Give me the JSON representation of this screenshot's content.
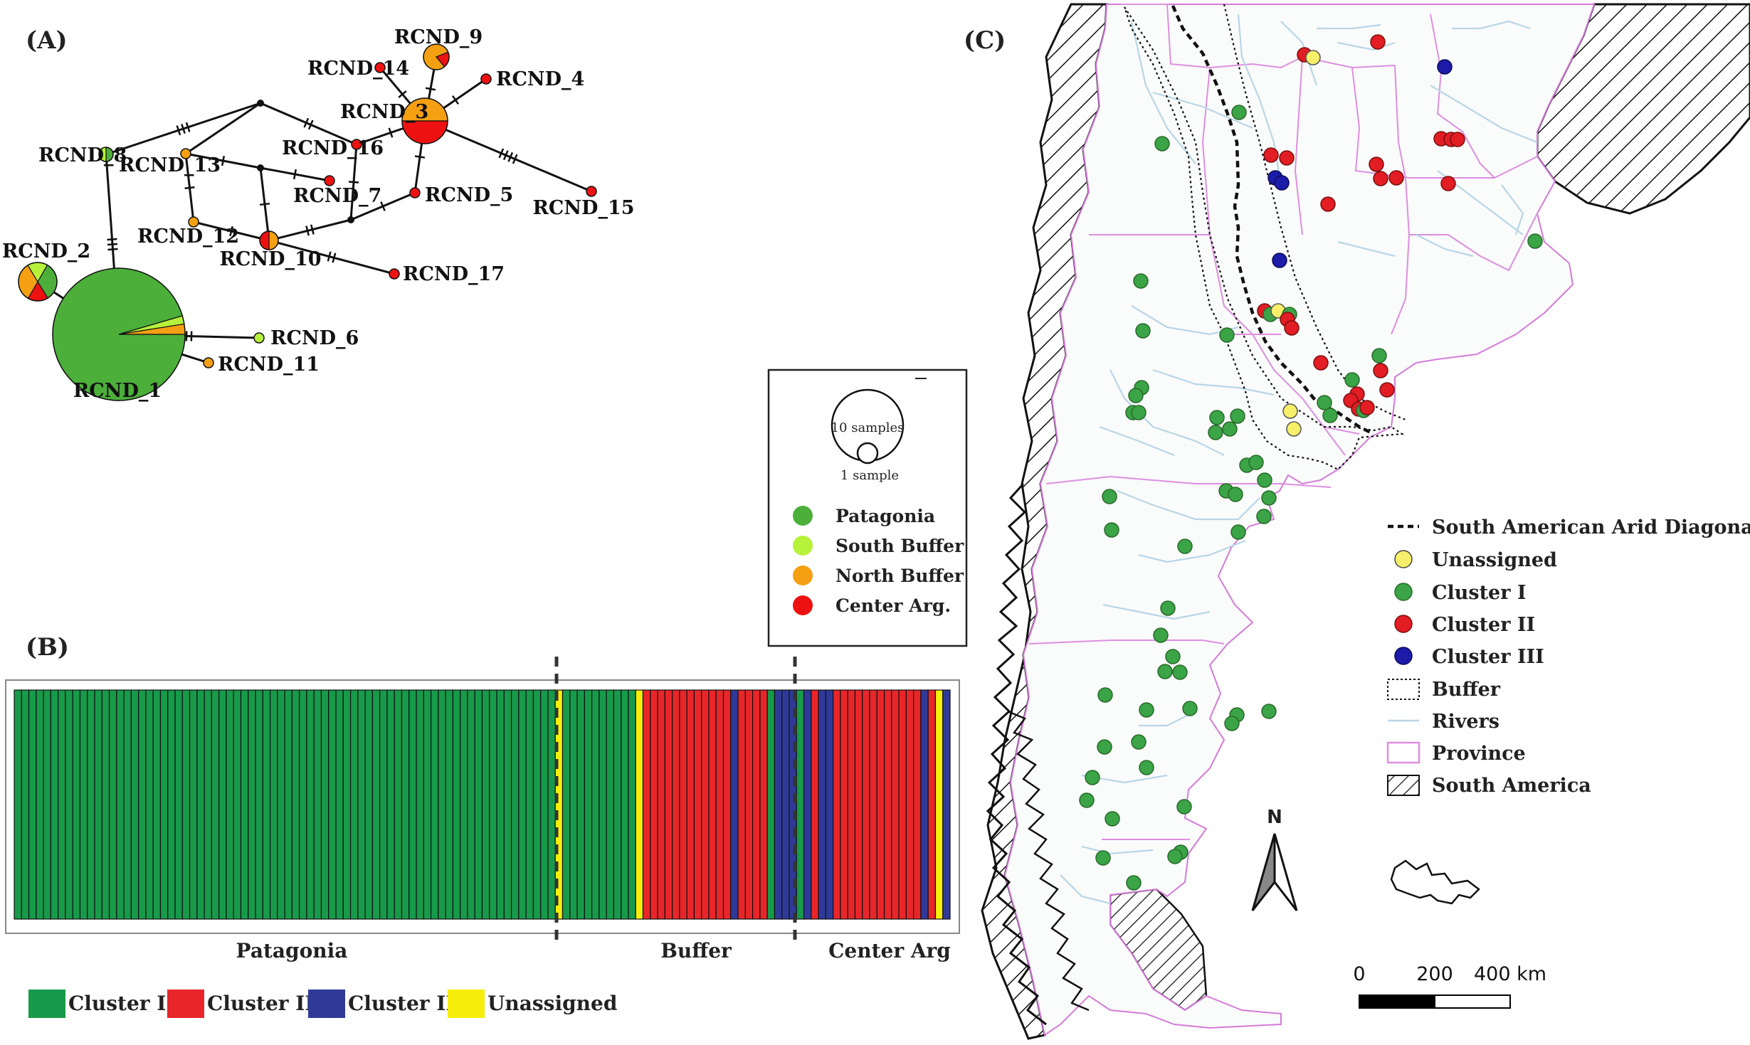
{
  "panels": {
    "a": "(A)",
    "b": "(B)",
    "c": "(C)"
  },
  "colors": {
    "patagonia": "#4caf3a",
    "south_buffer": "#b6f23a",
    "north_buffer": "#f5a012",
    "center_arg": "#ee1111",
    "cluster_i": "#179a4a",
    "cluster_ii": "#e8262a",
    "cluster_iii": "#2f3a98",
    "unassigned": "#f5ee0a"
  },
  "network": {
    "nodes": [
      {
        "id": "RCND_1",
        "label": "RCND_1",
        "slices": [
          [
            "patagonia",
            0.955
          ],
          [
            "south_buffer",
            0.02
          ],
          [
            "north_buffer",
            0.025
          ]
        ]
      },
      {
        "id": "RCND_2",
        "label": "RCND_2",
        "slices": [
          [
            "patagonia",
            0.33
          ],
          [
            "center_arg",
            0.17
          ],
          [
            "north_buffer",
            0.33
          ],
          [
            "south_buffer",
            0.17
          ]
        ]
      },
      {
        "id": "RCND_3",
        "label": "RCND_3",
        "slices": [
          [
            "north_buffer",
            0.5
          ],
          [
            "center_arg",
            0.5
          ]
        ]
      },
      {
        "id": "RCND_4",
        "label": "RCND_4",
        "slices": [
          [
            "center_arg",
            1
          ]
        ]
      },
      {
        "id": "RCND_5",
        "label": "RCND_5",
        "slices": [
          [
            "center_arg",
            1
          ]
        ]
      },
      {
        "id": "RCND_6",
        "label": "RCND_6",
        "slices": [
          [
            "south_buffer",
            1
          ]
        ]
      },
      {
        "id": "RCND_7",
        "label": "RCND_7",
        "slices": [
          [
            "center_arg",
            1
          ]
        ]
      },
      {
        "id": "RCND_8",
        "label": "RCND_8",
        "slices": [
          [
            "patagonia",
            0.5
          ],
          [
            "south_buffer",
            0.5
          ]
        ]
      },
      {
        "id": "RCND_9",
        "label": "RCND_9",
        "slices": [
          [
            "north_buffer",
            0.8
          ],
          [
            "center_arg",
            0.2
          ]
        ]
      },
      {
        "id": "RCND_10",
        "label": "RCND_10",
        "slices": [
          [
            "north_buffer",
            0.5
          ],
          [
            "center_arg",
            0.5
          ]
        ]
      },
      {
        "id": "RCND_11",
        "label": "RCND_11",
        "slices": [
          [
            "north_buffer",
            1
          ]
        ]
      },
      {
        "id": "RCND_12",
        "label": "RCND_12",
        "slices": [
          [
            "north_buffer",
            1
          ]
        ]
      },
      {
        "id": "RCND_13",
        "label": "RCND_13",
        "slices": [
          [
            "north_buffer",
            1
          ]
        ]
      },
      {
        "id": "RCND_14",
        "label": "RCND_14",
        "slices": [
          [
            "center_arg",
            1
          ]
        ]
      },
      {
        "id": "RCND_15",
        "label": "RCND_15",
        "slices": [
          [
            "center_arg",
            1
          ]
        ]
      },
      {
        "id": "RCND_16",
        "label": "RCND_16",
        "slices": [
          [
            "center_arg",
            1
          ]
        ]
      },
      {
        "id": "RCND_17",
        "label": "RCND_17",
        "slices": [
          [
            "center_arg",
            1
          ]
        ]
      }
    ],
    "legend": {
      "size_large": "10 samples",
      "size_small": "1 sample",
      "items": [
        {
          "label": "Patagonia",
          "color_key": "patagonia"
        },
        {
          "label": "South Buffer",
          "color_key": "south_buffer"
        },
        {
          "label": "North Buffer",
          "color_key": "north_buffer"
        },
        {
          "label": "Center Arg.",
          "color_key": "center_arg"
        }
      ]
    }
  },
  "structure": {
    "groups": [
      "Patagonia",
      "Buffer",
      "Center Arg"
    ],
    "bars": [
      {
        "cluster": "cluster_i",
        "count": 74
      },
      {
        "cluster": "unassigned",
        "count": 1
      },
      {
        "cluster": "cluster_i",
        "count": 10
      },
      {
        "cluster": "unassigned",
        "count": 1
      },
      {
        "cluster": "cluster_ii",
        "count": 12
      },
      {
        "cluster": "cluster_iii",
        "count": 1
      },
      {
        "cluster": "cluster_ii",
        "count": 4
      },
      {
        "cluster": "cluster_i",
        "count": 1
      },
      {
        "cluster": "cluster_iii",
        "count": 3
      },
      {
        "cluster": "cluster_i",
        "count": 1
      },
      {
        "cluster": "cluster_iii",
        "count": 1
      },
      {
        "cluster": "cluster_ii",
        "count": 1
      },
      {
        "cluster": "cluster_iii",
        "count": 2
      },
      {
        "cluster": "cluster_ii",
        "count": 12
      },
      {
        "cluster": "cluster_iii",
        "count": 1
      },
      {
        "cluster": "cluster_ii",
        "count": 1
      },
      {
        "cluster": "unassigned",
        "count": 1
      },
      {
        "cluster": "cluster_iii",
        "count": 1
      }
    ],
    "legend": [
      {
        "label": "Cluster I",
        "color_key": "cluster_i"
      },
      {
        "label": "Cluster II",
        "color_key": "cluster_ii"
      },
      {
        "label": "Cluster III",
        "color_key": "cluster_iii"
      },
      {
        "label": "Unassigned",
        "color_key": "unassigned"
      }
    ]
  },
  "map": {
    "point_colors": {
      "unassigned": "#f7ef6a",
      "cluster_i": "#3aa447",
      "cluster_ii": "#e21d23",
      "cluster_iii": "#1c1ca8"
    },
    "legend": {
      "arid_diagonal": "South American Arid Diagonal",
      "unassigned": "Unassigned",
      "cluster_i": "Cluster I",
      "cluster_ii": "Cluster II",
      "cluster_iii": "Cluster III",
      "buffer": "Buffer",
      "rivers": "Rivers",
      "province": "Province",
      "south_america": "South America"
    },
    "north_label": "N",
    "scale_labels": [
      "0",
      "200",
      "400 km"
    ]
  }
}
